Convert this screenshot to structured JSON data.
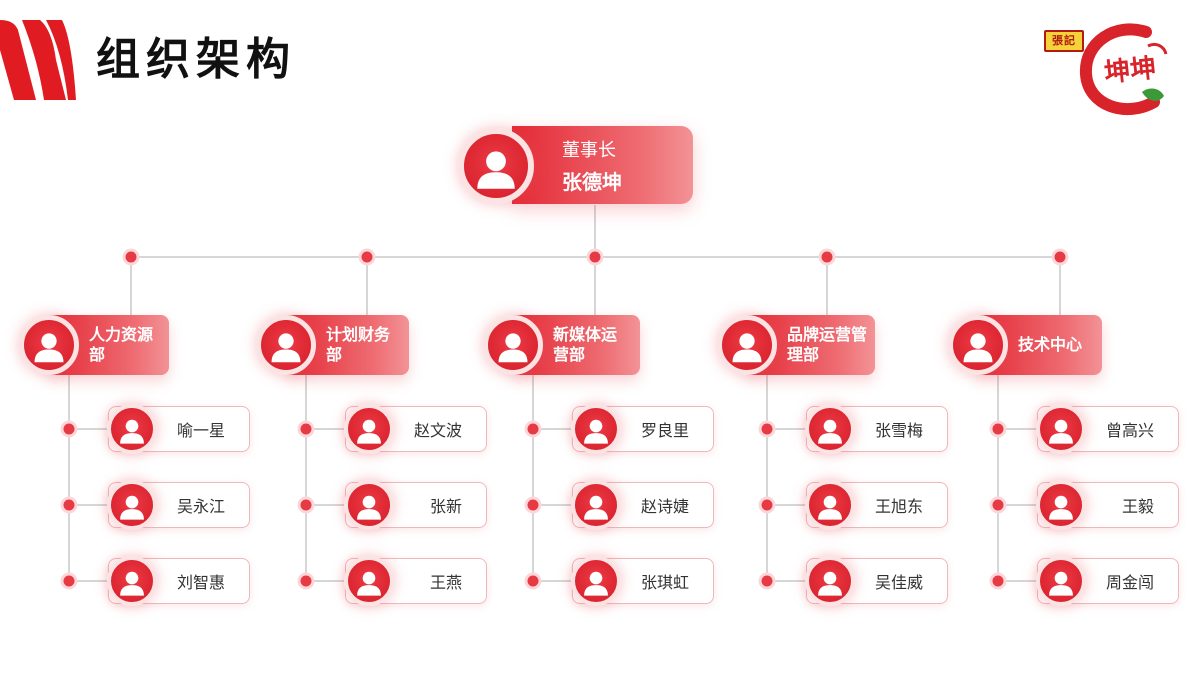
{
  "header": {
    "title": "组织架构",
    "logo_badge_text": "張記",
    "logo_brand_text": "坤坤"
  },
  "colors": {
    "primary_red": "#e42a36",
    "light_red": "#f29396",
    "connector_gray": "#d6d6d6"
  },
  "chairman": {
    "title": "董事长",
    "name": "张德坤"
  },
  "departments": [
    {
      "name": "人力资源部",
      "members": [
        "喻一星",
        "吴永江",
        "刘智惠"
      ]
    },
    {
      "name": "计划财务部",
      "members": [
        "赵文波",
        "张新",
        "王燕"
      ]
    },
    {
      "name": "新媒体运营部",
      "members": [
        "罗良里",
        "赵诗婕",
        "张琪虹"
      ]
    },
    {
      "name": "品牌运营管理部",
      "members": [
        "张雪梅",
        "王旭东",
        "吴佳威"
      ]
    },
    {
      "name": "技术中心",
      "members": [
        "曾高兴",
        "王毅",
        "周金闯"
      ]
    }
  ],
  "icons": {
    "avatar": "person-icon"
  }
}
